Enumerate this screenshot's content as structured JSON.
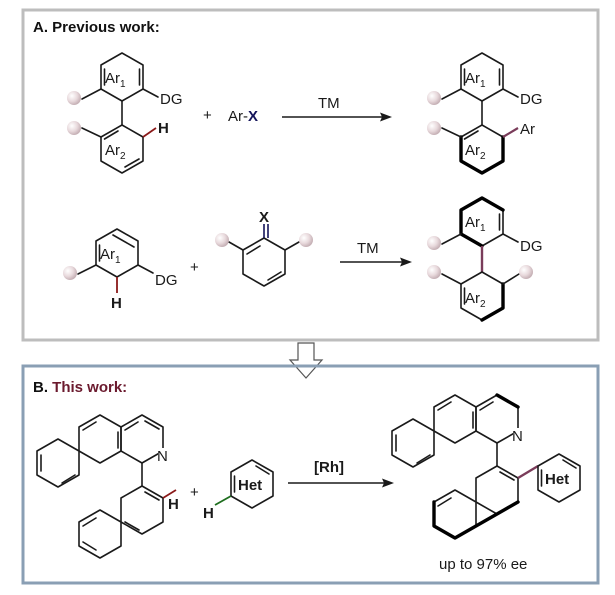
{
  "panelA": {
    "title": "A. Previous work:",
    "ar1": "Ar",
    "ar1_sub": "1",
    "ar2": "Ar",
    "ar2_sub": "2",
    "dg": "DG",
    "h": "H",
    "plus": "+",
    "reagent_ar": "Ar-",
    "reagent_x": "X",
    "x": "X",
    "catalyst": "TM",
    "product_ar": "Ar"
  },
  "panelB": {
    "title_prefix": "B. ",
    "title_rest": "This work:",
    "n": "N",
    "h": "H",
    "plus": "+",
    "het": "Het",
    "catalyst": "[Rh]",
    "ee": "up to 97% ee"
  },
  "colors": {
    "frame_a": "#bdbdbd",
    "frame_b": "#8a9fb4",
    "hydrogen": "#8b1a1a",
    "halogen": "#14145a",
    "het": "#1f3c64",
    "het_h": "#1e6e1e",
    "new_bond": "#7a3c5a",
    "title_b": "#6b1a2e"
  }
}
